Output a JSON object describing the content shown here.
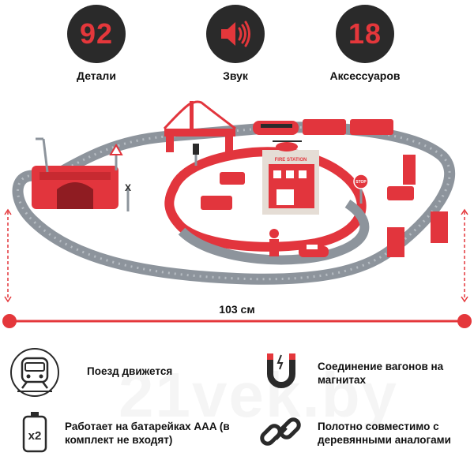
{
  "stats": [
    {
      "value": "92",
      "label": "Детали",
      "icon": "parts-count"
    },
    {
      "value": "",
      "label": "Звук",
      "icon": "speaker-icon"
    },
    {
      "value": "18",
      "label": "Аксессуаров",
      "icon": "accessories-count"
    }
  ],
  "scene": {
    "station_sign": "FIRE STATION",
    "stop_sign": "STOP",
    "crossing_sign": "X"
  },
  "measure": {
    "label": "103 см"
  },
  "features": [
    {
      "text": "Поезд движется",
      "icon": "train-icon"
    },
    {
      "text": "Соединение вагонов на магнитах",
      "icon": "magnet-icon"
    },
    {
      "text": "Работает на батарейках AAA (в комплект не входят)",
      "icon": "battery-icon",
      "battery_badge": "x2"
    },
    {
      "text": "Полотно совместимо с деревянными аналогами",
      "icon": "chain-link-icon"
    }
  ],
  "watermark": "21vek.by",
  "colors": {
    "accent": "#e4373b",
    "dark": "#2a2a2a",
    "track": "#8d949c",
    "toy_red": "#e2353d"
  }
}
